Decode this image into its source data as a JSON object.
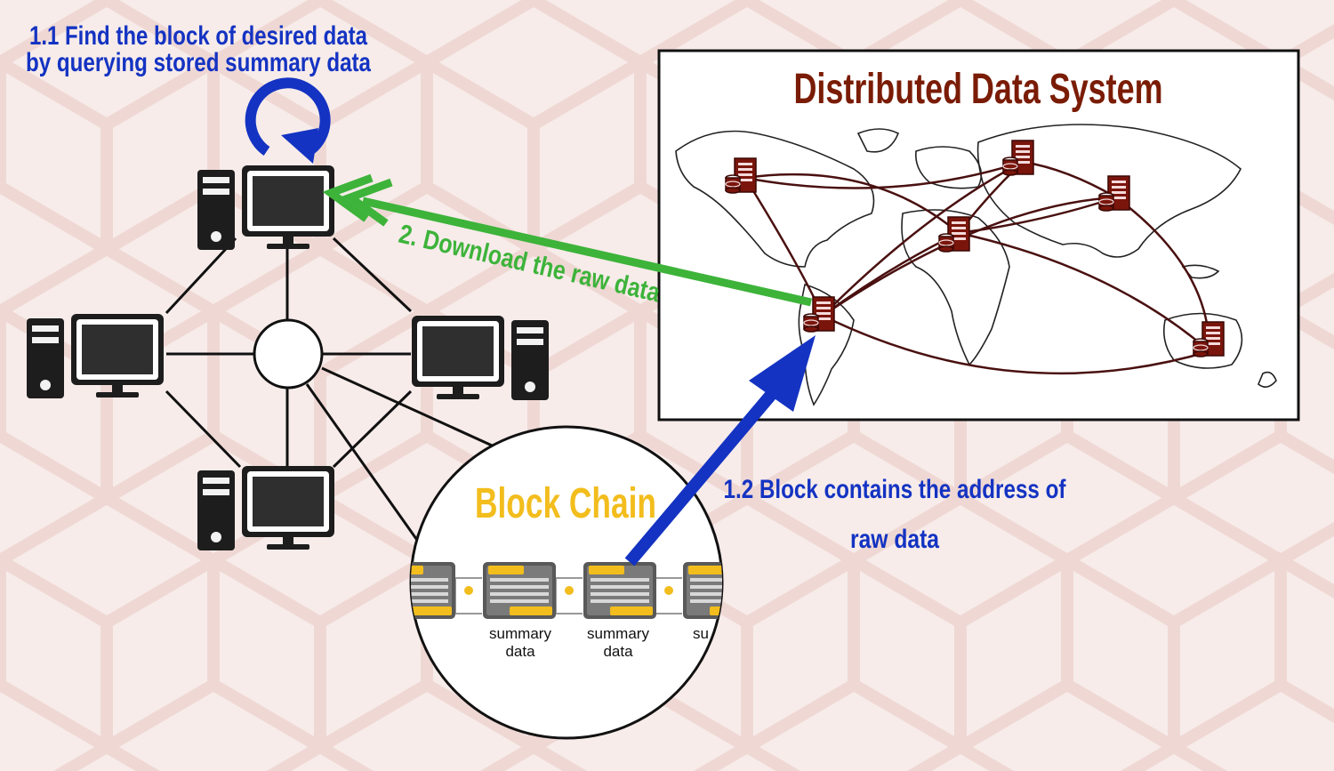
{
  "colors": {
    "blue": "#1433c2",
    "green": "#3db33a",
    "title_brown": "#7a1c05",
    "block_chain_yellow": "#f2bd1d",
    "route_line": "#4a1010",
    "server_red": "#8a1a10"
  },
  "annotations": {
    "find_block_line1": "1.1 Find the block of desired data",
    "find_block_line2": "by querying stored summary data",
    "download": "2. Download the raw data",
    "address_line1": "1.2 Block contains the address of",
    "address_line2": "raw data"
  },
  "distributed_system": {
    "title": "Distributed Data System"
  },
  "blockchain": {
    "title": "Block Chain",
    "blocks": [
      {
        "label_line1": "summary",
        "label_line2": "data"
      },
      {
        "label_line1": "summary",
        "label_line2": "data"
      },
      {
        "label_line1": "su",
        "label_line2": ""
      }
    ]
  },
  "network": {
    "node_icon": "desktop-computer-icon",
    "hub_icon": "network-hub-icon"
  }
}
